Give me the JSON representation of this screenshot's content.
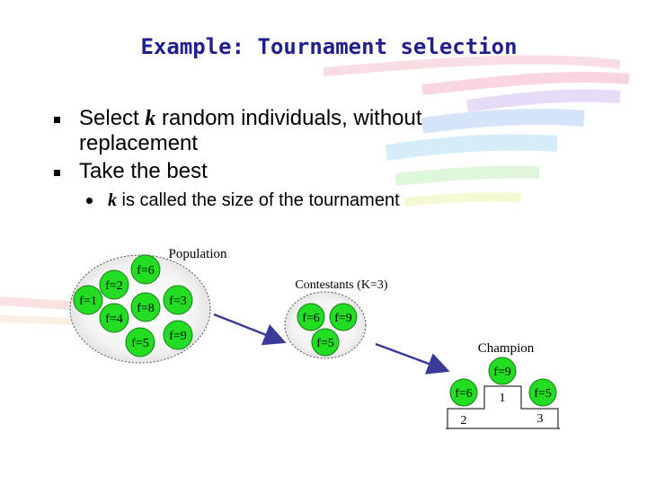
{
  "title": "Example: Tournament selection",
  "bullets": [
    {
      "before": "Select ",
      "k": "k",
      "after": " random individuals, without replacement"
    },
    {
      "text": "Take the best"
    }
  ],
  "sub_bullet": {
    "k": "k",
    "text": " is called the size of the tournament"
  },
  "diagram": {
    "population_label": "Population",
    "population": [
      "f=6",
      "f=2",
      "f=1",
      "f=8",
      "f=3",
      "f=4",
      "f=5",
      "f=9"
    ],
    "contestants_label": "Contestants (K=3)",
    "contestants": [
      "f=6",
      "f=9",
      "f=5"
    ],
    "champion_label": "Champion",
    "podium": {
      "first": {
        "fitness": "f=9",
        "rank": "1"
      },
      "second": {
        "fitness": "f=6",
        "rank": "2"
      },
      "third": {
        "fitness": "f=5",
        "rank": "3"
      }
    },
    "colors": {
      "node_fill": "#22dd22",
      "arrow": "#3a3a9a",
      "title": "#1f1f8f"
    }
  }
}
